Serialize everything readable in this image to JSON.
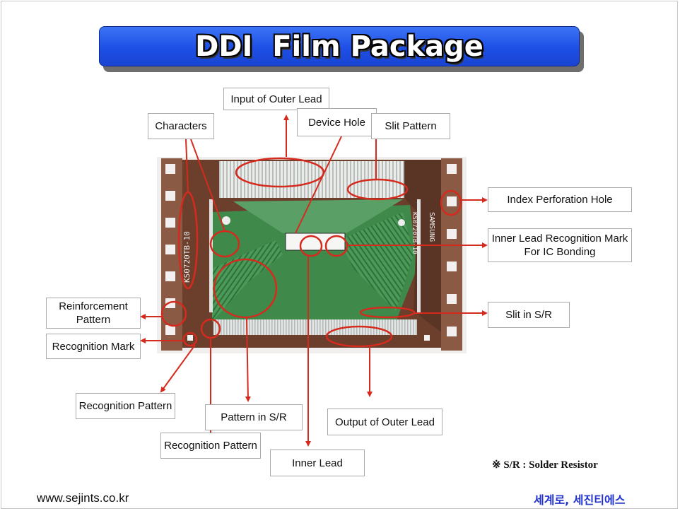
{
  "title": "DDI  Film Package",
  "labels": {
    "input_outer_lead": "Input of Outer Lead",
    "characters": "Characters",
    "device_hole": "Device Hole",
    "slit_pattern": "Slit Pattern",
    "index_perforation_hole": "Index Perforation Hole",
    "inner_lead_recognition_mark": "Inner Lead Recognition Mark\nFor IC Bonding",
    "reinforcement_pattern": "Reinforcement\nPattern",
    "recognition_mark": "Recognition Mark",
    "slit_in_sr": "Slit in S/R",
    "recognition_pattern_1": "Recognition Pattern",
    "pattern_in_sr": "Pattern in S/R",
    "output_outer_lead": "Output of Outer Lead",
    "recognition_pattern_2": "Recognition Pattern",
    "inner_lead": "Inner Lead"
  },
  "photo_text": {
    "left_vertical": "KS0720TB-10",
    "right_vertical_1": "KS0720TB-10",
    "right_vertical_2": "SAMSUNG"
  },
  "note": "※ S/R : Solder Resistor",
  "footer": {
    "website": "www.sejints.co.kr",
    "company": "세계로, 세진티에스"
  },
  "colors": {
    "title_blue": "#1d4fe6",
    "annotation_red": "#d52b1e",
    "film_brown": "#6b3f2c",
    "pattern_green": "#3f8a4a",
    "footer_blue": "#2233cc"
  }
}
